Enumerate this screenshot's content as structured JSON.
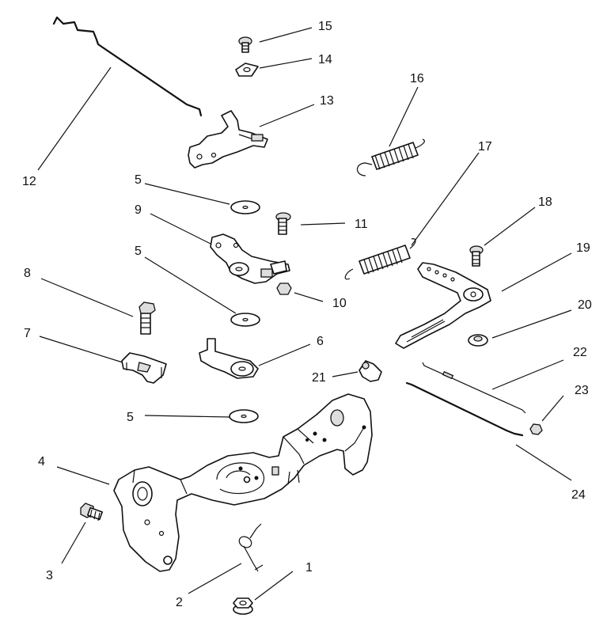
{
  "callouts": [
    {
      "id": "c1",
      "text": "1"
    },
    {
      "id": "c2",
      "text": "2"
    },
    {
      "id": "c3",
      "text": "3"
    },
    {
      "id": "c4",
      "text": "4"
    },
    {
      "id": "c5a",
      "text": "5"
    },
    {
      "id": "c5b",
      "text": "5"
    },
    {
      "id": "c5c",
      "text": "5"
    },
    {
      "id": "c6",
      "text": "6"
    },
    {
      "id": "c7",
      "text": "7"
    },
    {
      "id": "c8",
      "text": "8"
    },
    {
      "id": "c9",
      "text": "9"
    },
    {
      "id": "c10",
      "text": "10"
    },
    {
      "id": "c11",
      "text": "11"
    },
    {
      "id": "c12",
      "text": "12"
    },
    {
      "id": "c13",
      "text": "13"
    },
    {
      "id": "c14",
      "text": "14"
    },
    {
      "id": "c15",
      "text": "15"
    },
    {
      "id": "c16",
      "text": "16"
    },
    {
      "id": "c17",
      "text": "17"
    },
    {
      "id": "c18",
      "text": "18"
    },
    {
      "id": "c19",
      "text": "19"
    },
    {
      "id": "c20",
      "text": "20"
    },
    {
      "id": "c21",
      "text": "21"
    },
    {
      "id": "c22",
      "text": "22"
    },
    {
      "id": "c23",
      "text": "23"
    },
    {
      "id": "c24",
      "text": "24"
    }
  ]
}
